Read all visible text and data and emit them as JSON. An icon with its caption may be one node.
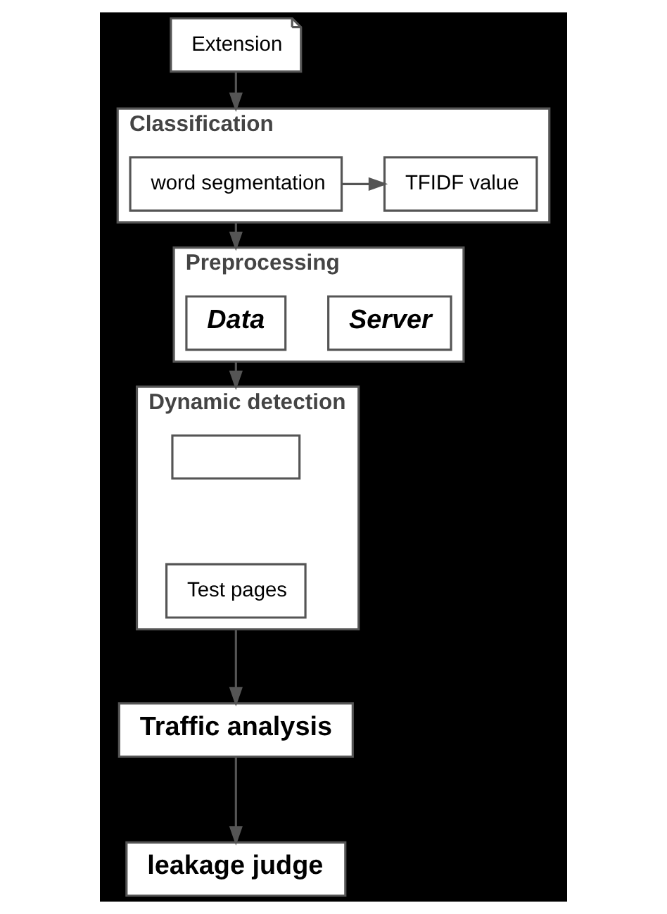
{
  "diagram": {
    "nodes": [
      {
        "text": [
          "Extension"
        ]
      },
      {
        "text": [
          "Classification"
        ]
      },
      {
        "text": [
          "word segmentation"
        ],
        "in": 1
      },
      {
        "text": [
          "TFIDF value"
        ],
        "in": 1
      },
      {
        "text": [
          "Preprocessing"
        ]
      },
      {
        "text": [
          "Data"
        ],
        "in": 4
      },
      {
        "text": [
          "Server"
        ],
        "in": 4
      },
      {
        "text": [
          "Dynamic detection"
        ]
      },
      {
        "text": [],
        "shape": "box",
        "in": 7
      },
      {
        "text": [
          "Test pages"
        ],
        "in": 7
      },
      {
        "text": [
          "Traffic analysis"
        ]
      },
      {
        "text": [
          "leakage judge"
        ]
      }
    ],
    "edges": [
      {
        "from": 0,
        "to": 1,
        "arrow": "to"
      },
      {
        "from": 2,
        "to": 3,
        "arrow": "to"
      },
      {
        "from": 1,
        "to": 4,
        "arrow": "to"
      },
      {
        "from": 4,
        "to": 7,
        "arrow": "to"
      },
      {
        "from": 7,
        "to": 10,
        "arrow": "to"
      },
      {
        "from": 10,
        "to": 11,
        "arrow": "to"
      }
    ]
  }
}
